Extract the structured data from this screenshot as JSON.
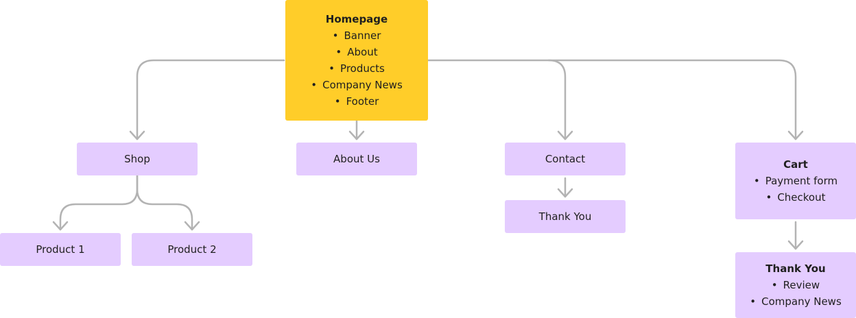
{
  "colors": {
    "root_fill": "#ffcd29",
    "page_fill": "#e4ccff",
    "connector": "#b3b3b3",
    "text": "#1f1f1f"
  },
  "homepage": {
    "title": "Homepage",
    "items": [
      "Banner",
      "About",
      "Products",
      "Company News",
      "Footer"
    ]
  },
  "shop": {
    "label": "Shop"
  },
  "about_us": {
    "label": "About Us"
  },
  "contact": {
    "label": "Contact"
  },
  "contact_thank_you": {
    "label": "Thank You"
  },
  "cart": {
    "title": "Cart",
    "items": [
      "Payment form",
      "Checkout"
    ]
  },
  "cart_thank_you": {
    "title": "Thank You",
    "items": [
      "Review",
      "Company News"
    ]
  },
  "product_1": {
    "label": "Product 1"
  },
  "product_2": {
    "label": "Product 2"
  }
}
